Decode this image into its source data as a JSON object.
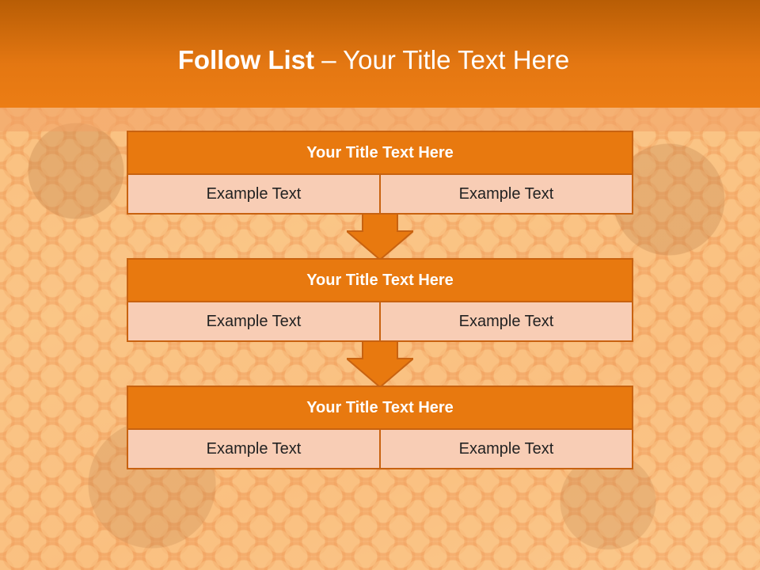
{
  "slide": {
    "title_bold": "Follow List",
    "title_rest": " – Your Title Text Here"
  },
  "blocks": [
    {
      "title": "Your Title Text Here",
      "left": "Example Text",
      "right": "Example Text"
    },
    {
      "title": "Your Title Text Here",
      "left": "Example Text",
      "right": "Example Text"
    },
    {
      "title": "Your Title Text Here",
      "left": "Example Text",
      "right": "Example Text"
    }
  ],
  "colors": {
    "accent": "#e8790f",
    "border": "#c86210",
    "cell": "#f8cdb5"
  },
  "icons": [
    "down-arrow-icon",
    "down-arrow-icon"
  ]
}
